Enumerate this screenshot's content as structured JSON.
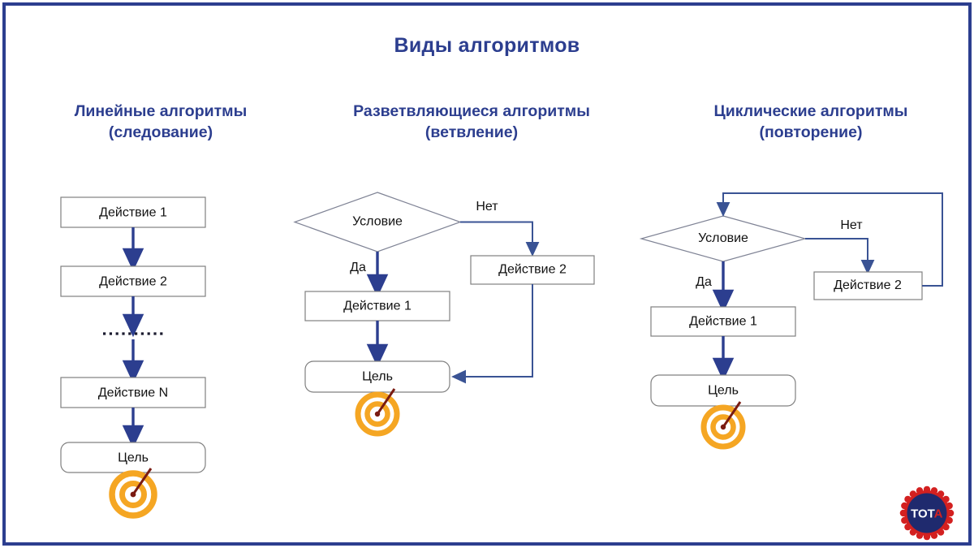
{
  "slide": {
    "title": "Виды алгоритмов",
    "border_color": "#2c3e8f",
    "accent_color": "#2c3e8f",
    "target_color": "#f5a623",
    "background": "#ffffff"
  },
  "columns": [
    {
      "heading_line1": "Линейные алгоритмы",
      "heading_line2": "(следование)"
    },
    {
      "heading_line1": "Разветвляющиеся алгоритмы",
      "heading_line2": "(ветвление)"
    },
    {
      "heading_line1": "Циклические алгоритмы",
      "heading_line2": "(повторение)"
    }
  ],
  "diagram": {
    "linear": {
      "nodes": [
        {
          "id": "lin-a1",
          "label": "Действие 1",
          "shape": "rect"
        },
        {
          "id": "lin-a2",
          "label": "Действие 2",
          "shape": "rect"
        },
        {
          "id": "lin-ellipsis",
          "label": "..............",
          "shape": "dots"
        },
        {
          "id": "lin-aN",
          "label": "Действие N",
          "shape": "rect"
        },
        {
          "id": "lin-goal",
          "label": "Цель",
          "shape": "rounded"
        }
      ]
    },
    "branching": {
      "nodes": [
        {
          "id": "br-cond",
          "label": "Условие",
          "shape": "diamond"
        },
        {
          "id": "br-a1",
          "label": "Действие 1",
          "shape": "rect"
        },
        {
          "id": "br-a2",
          "label": "Действие 2",
          "shape": "rect"
        },
        {
          "id": "br-goal",
          "label": "Цель",
          "shape": "rounded"
        }
      ],
      "edge_labels": {
        "yes": "Да",
        "no": "Нет"
      }
    },
    "cyclic": {
      "nodes": [
        {
          "id": "cy-cond",
          "label": "Условие",
          "shape": "diamond"
        },
        {
          "id": "cy-a1",
          "label": "Действие 1",
          "shape": "rect"
        },
        {
          "id": "cy-a2",
          "label": "Действие 2",
          "shape": "rect"
        },
        {
          "id": "cy-goal",
          "label": "Цель",
          "shape": "rounded"
        }
      ],
      "edge_labels": {
        "yes": "Да",
        "no": "Нет"
      }
    }
  },
  "logo": {
    "text_main": "TOT",
    "text_accent": "A",
    "ring_color": "#d32020",
    "disc_color": "#1f2a6e"
  }
}
